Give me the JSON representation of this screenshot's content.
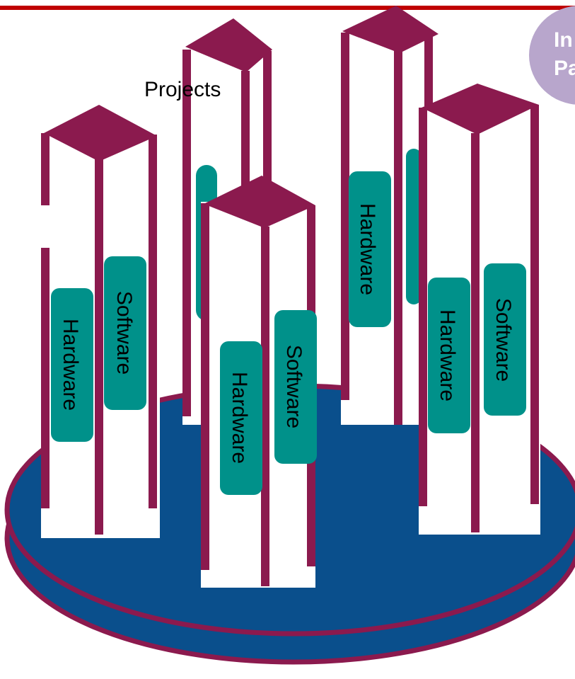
{
  "colors": {
    "rule": "#c00000",
    "pillar": "#8b1a4e",
    "pillar_face": "#ffffff",
    "platform": "#0a4f8c",
    "platform_rim": "#8b1a4e",
    "pill": "#00918a",
    "bubble": "#b8a6cc"
  },
  "label": "Projects",
  "bubble": {
    "line1": "In",
    "line2": "Pa"
  },
  "pills": {
    "p1_hardware": "Hardware",
    "p1_software": "Software",
    "p3_hardware": "Hardware",
    "p3_software": "Software",
    "p4_hardware": "Hardware",
    "p5_hardware": "Hardware",
    "p5_software": "Software"
  }
}
